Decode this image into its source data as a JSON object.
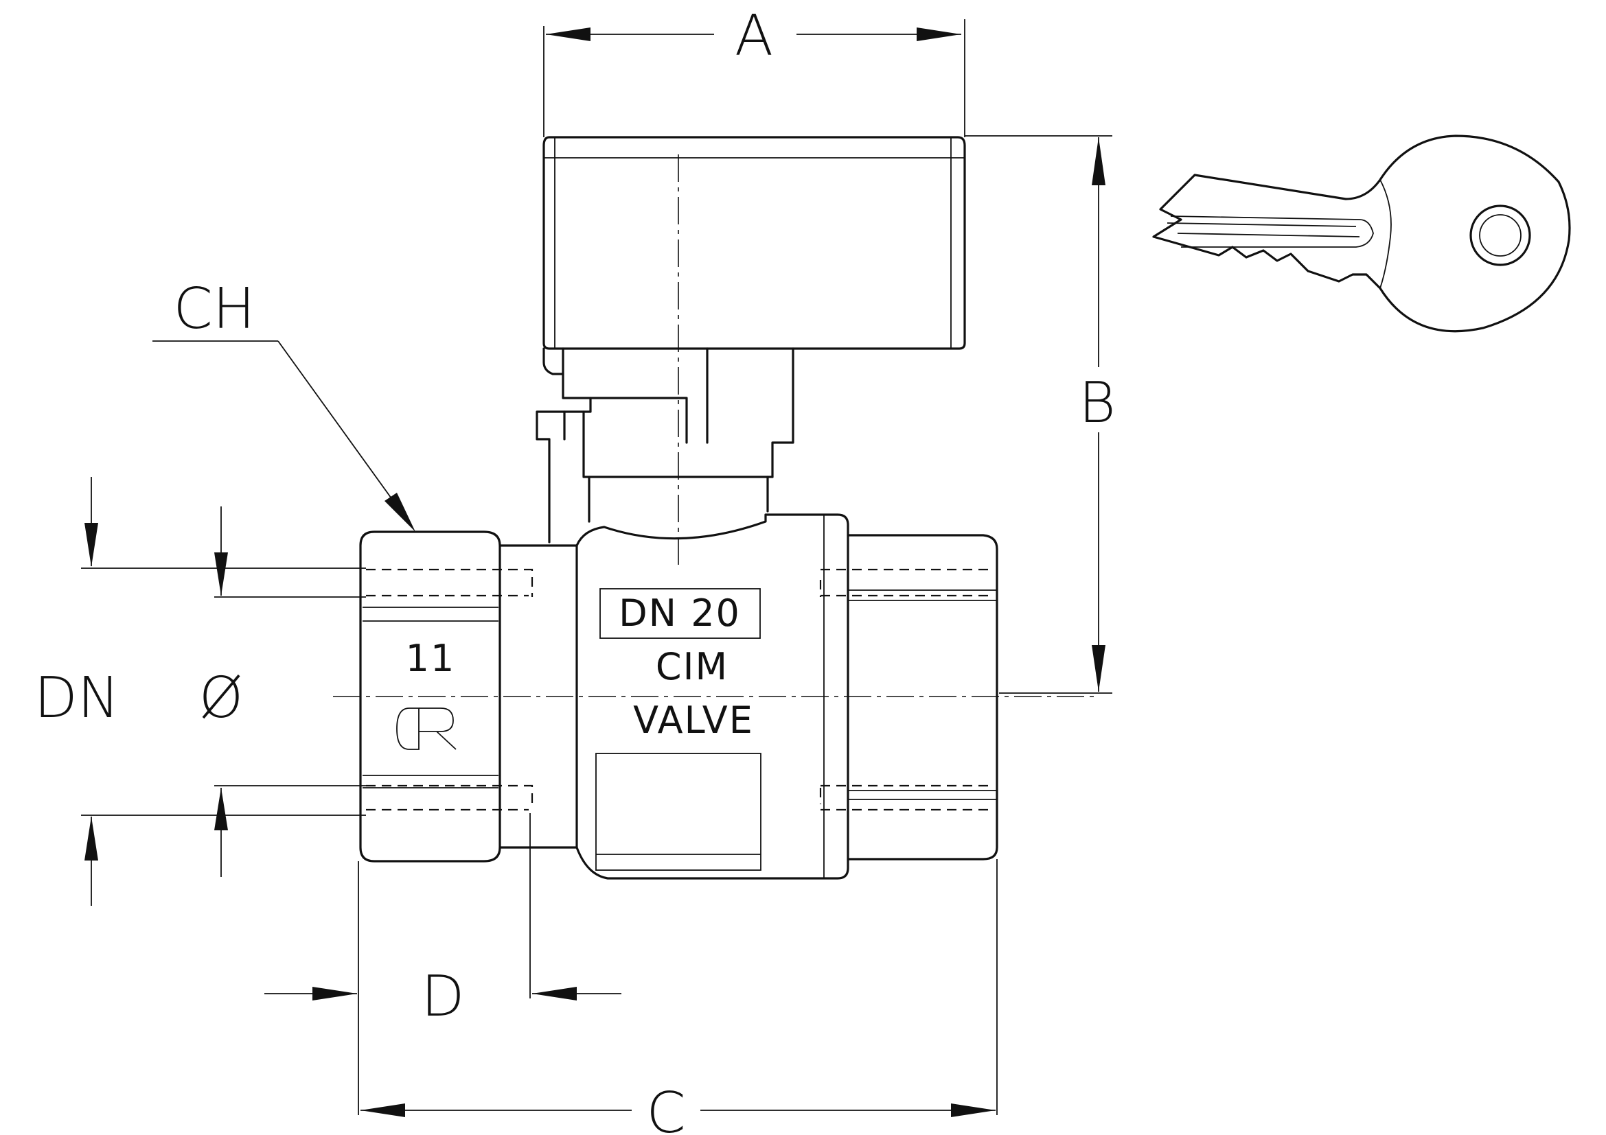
{
  "dimensions": {
    "A": "A",
    "B": "B",
    "C": "C",
    "D": "D",
    "CH": "CH",
    "DN": "DN",
    "diameter": "Ø"
  },
  "markings": {
    "dn_size": "DN  20",
    "brand": "CIM",
    "valve": "VALVE",
    "model_number": "11",
    "logo": "CR"
  },
  "colors": {
    "line": "#111111",
    "background": "#ffffff"
  },
  "icons": {
    "key": "key-icon",
    "logo": "cr-logo"
  }
}
